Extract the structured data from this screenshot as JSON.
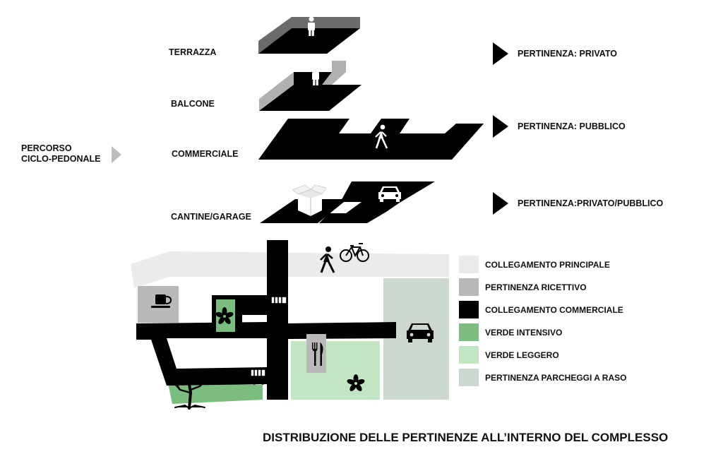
{
  "levels": {
    "terrazza": "TERRAZZA",
    "balcone": "BALCONE",
    "commerciale": "COMMERCIALE",
    "cantine_garage": "CANTINE/GARAGE"
  },
  "percorso": {
    "line1": "PERCORSO",
    "line2": "CICLO-PEDONALE"
  },
  "pertinenze": {
    "privato": "PERTINENZA: PRIVATO",
    "pubblico": "PERTINENZA: PUBBLICO",
    "privato_pubblico": "PERTINENZA:PRIVATO/PUBBLICO"
  },
  "legend": [
    {
      "label": "COLLEGAMENTO PRINCIPALE",
      "color": "#ebebeb"
    },
    {
      "label": "PERTINENZA RICETTIVO",
      "color": "#b9b9b9"
    },
    {
      "label": "COLLEGAMENTO COMMERCIALE",
      "color": "#000000"
    },
    {
      "label": "VERDE INTENSIVO",
      "color": "#7bbd7f"
    },
    {
      "label": "VERDE LEGGERO",
      "color": "#c2e6c4"
    },
    {
      "label": "PERTINENZA PARCHEGGI A RASO",
      "color": "#cdd8cf"
    }
  ],
  "icons": [
    "person-icon",
    "walking-person-icon",
    "box-icon",
    "car-icon",
    "bicycle-icon",
    "coffee-cup-icon",
    "shopping-cart-icon",
    "flower-icon",
    "fork-knife-icon",
    "tree-icon"
  ],
  "colors": {
    "black": "#000000",
    "dark_gray_wall": "#6b6b6b",
    "light_gray_wall": "#b0b0b0",
    "arrow_gray": "#bdbdbd"
  },
  "caption": "DISTRIBUZIONE DELLE PERTINENZE ALL’INTERNO DEL COMPLESSO"
}
